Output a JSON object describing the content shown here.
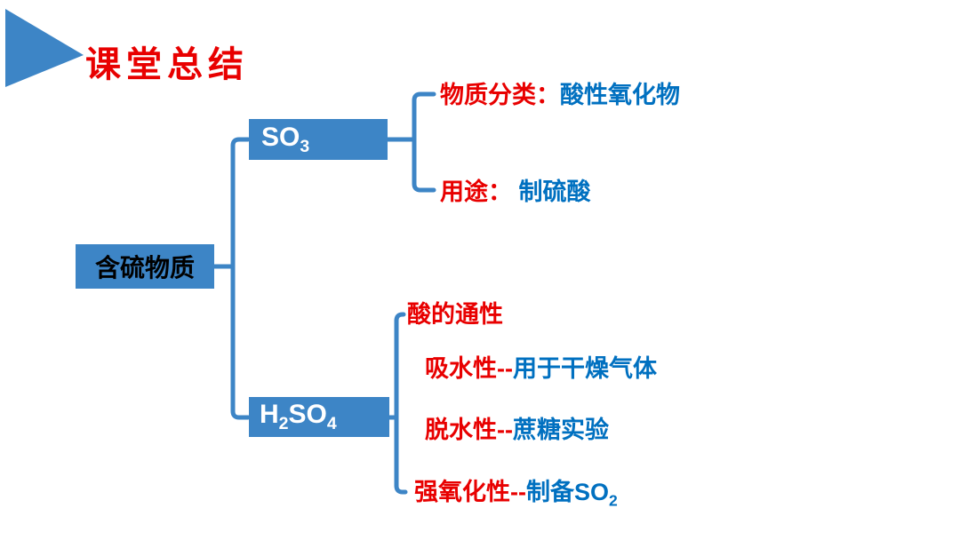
{
  "title": "课堂总结",
  "colors": {
    "node_fill": "#3d85c6",
    "connector_blue": "#3d85c6",
    "label_red": "#e80000",
    "value_blue": "#0070c0",
    "background": "#ffffff"
  },
  "tree": {
    "root": {
      "label": "含硫物质"
    },
    "so3": {
      "formula_base": "SO",
      "formula_sub": "3",
      "items": [
        {
          "label": "物质分类：",
          "value": "酸性氧化物"
        },
        {
          "label": "用途：  ",
          "value": "制硫酸"
        }
      ]
    },
    "h2so4": {
      "formula_p1": "H",
      "formula_s1": "2",
      "formula_p2": "SO",
      "formula_s2": "4",
      "items": [
        {
          "label": "酸的通性",
          "value": ""
        },
        {
          "label": "吸水性--",
          "value": "用于干燥气体"
        },
        {
          "label": "脱水性--",
          "value": "蔗糖实验"
        },
        {
          "label": "强氧化性--",
          "value": "制备SO",
          "value_sub": "2"
        }
      ]
    }
  }
}
